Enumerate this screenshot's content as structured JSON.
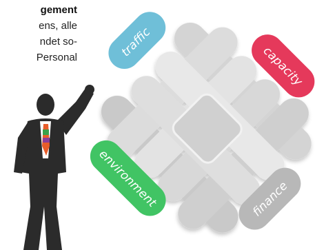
{
  "text": {
    "heading": "gement",
    "lines": [
      "ens, alle",
      "ndet so-",
      "Personal"
    ]
  },
  "labels": {
    "traffic": "traffic",
    "capacity": "capacity",
    "environment": "environment",
    "finance": "finance"
  },
  "colors": {
    "traffic": "#6fbfd8",
    "capacity": "#e5395b",
    "environment": "#41c464",
    "finance": "#b8b8b8",
    "grey_light": "#d9d9d9",
    "grey_mid": "#c6c6c6",
    "grey_dark": "#a8a8a8",
    "suit": "#2b2b2b"
  }
}
